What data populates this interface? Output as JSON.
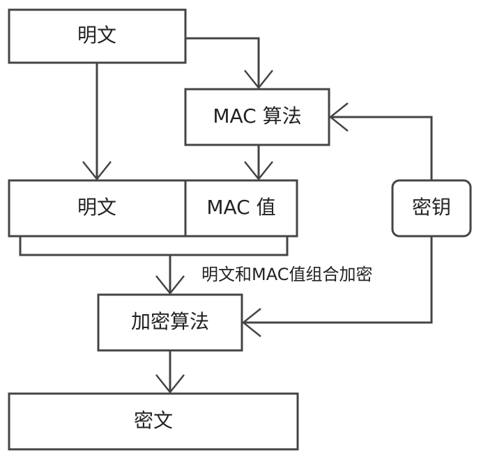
{
  "nodes": {
    "plaintext_top": "明文",
    "mac_algorithm": "MAC 算法",
    "plaintext_combined": "明文",
    "mac_value": "MAC 值",
    "key": "密钥",
    "encryption_algorithm": "加密算法",
    "ciphertext": "密文"
  },
  "annotation": "明文和MAC值组合加密"
}
